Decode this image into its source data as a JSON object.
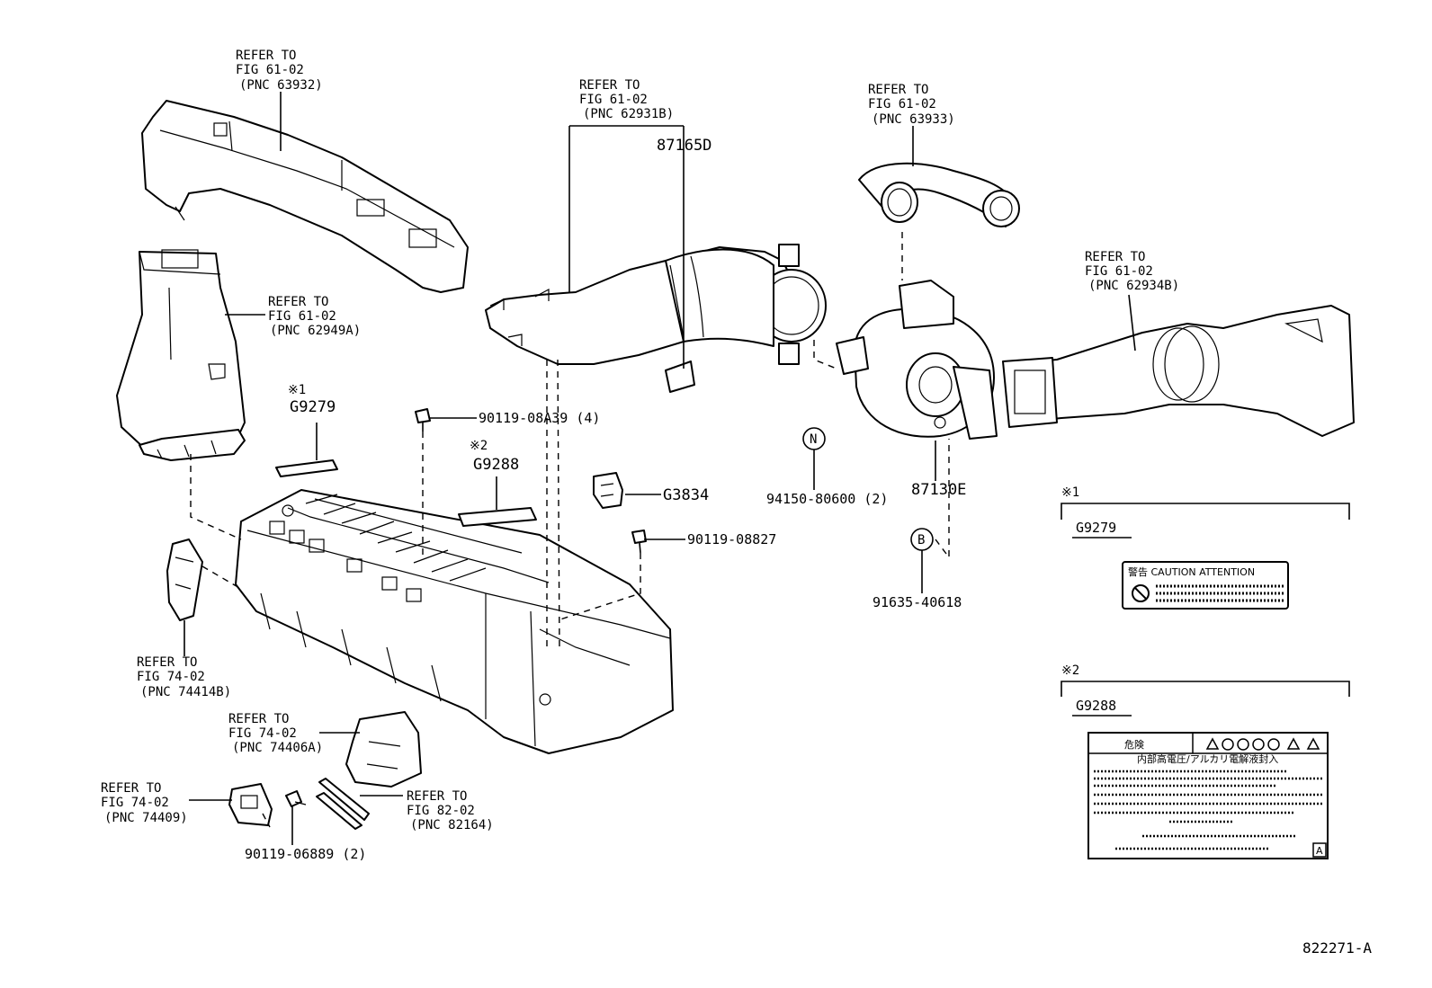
{
  "callouts": {
    "duct_top": [
      "REFER TO",
      "FIG 61-02",
      "(PNC 63932)"
    ],
    "duct_left": [
      "REFER TO",
      "FIG 61-02",
      "(PNC 62949A)"
    ],
    "duct_center": [
      "REFER TO",
      "FIG 61-02",
      "(PNC 62931B)"
    ],
    "duct_hose": [
      "REFER TO",
      "FIG 61-02",
      "(PNC 63933)"
    ],
    "duct_right": [
      "REFER TO",
      "FIG 61-02",
      "(PNC 62934B)"
    ],
    "cover_left": [
      "REFER TO",
      "FIG 74-02",
      "(PNC 74414B)"
    ],
    "cover_bottom": [
      "REFER TO",
      "FIG 74-02",
      "(PNC 74406A)"
    ],
    "bracket_bottom": [
      "REFER TO",
      "FIG 74-02",
      "(PNC 74409)"
    ],
    "cable_bottom": [
      "REFER TO",
      "FIG 82-02",
      "(PNC 82164)"
    ]
  },
  "parts": {
    "p87165D": "87165D",
    "p90119_08A39": "90119-08A39 (4)",
    "p90119_08827": "90119-08827",
    "pG3834": "G3834",
    "p94150": "94150-80600 (2)",
    "p87130E": "87130E",
    "p91635": "91635-40618",
    "p90119_06889": "90119-06889 (2)",
    "markN": "N",
    "markB": "B"
  },
  "labels": {
    "note1_mark": "※1",
    "note1_code": "G9279",
    "note2_mark": "※2",
    "note2_code": "G9288"
  },
  "legend": {
    "box1_mark": "※1",
    "box1_code": "G9279",
    "box1_sticker": "警告 CAUTION ATTENTION",
    "box2_mark": "※2",
    "box2_code": "G9288",
    "box2_title": "危険",
    "box2_subtitle": "内部高電圧/アルカリ電解液封入",
    "box2_corner": "A"
  },
  "footer": {
    "drawing_id": "822271-A"
  }
}
